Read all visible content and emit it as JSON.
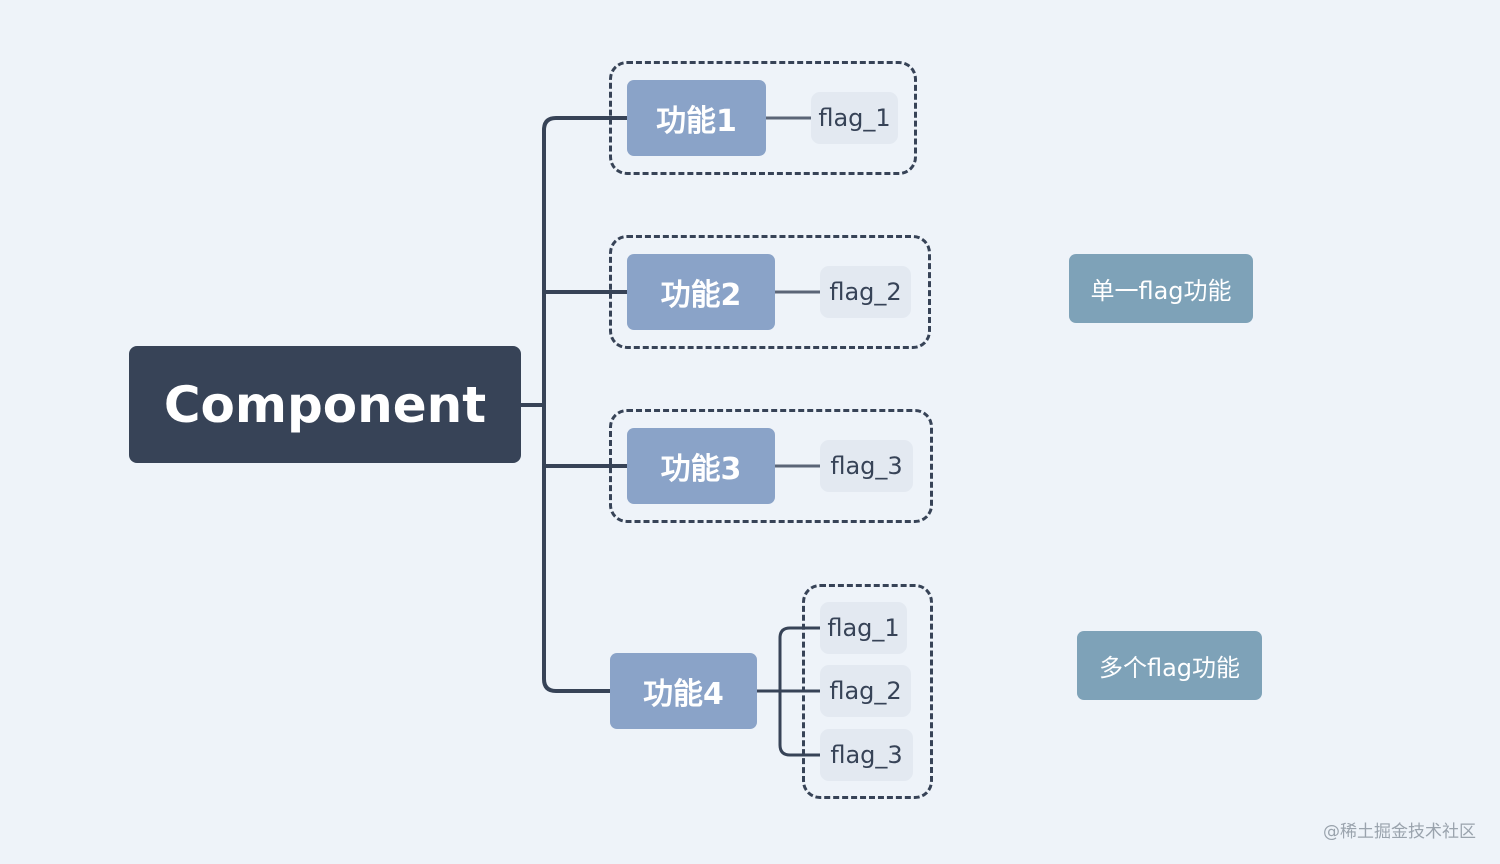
{
  "root": {
    "label": "Component"
  },
  "functions": [
    {
      "label": "功能1",
      "flags": [
        "flag_1"
      ]
    },
    {
      "label": "功能2",
      "flags": [
        "flag_2"
      ]
    },
    {
      "label": "功能3",
      "flags": [
        "flag_3"
      ]
    },
    {
      "label": "功能4",
      "flags": [
        "flag_1",
        "flag_2",
        "flag_3"
      ]
    }
  ],
  "annotations": {
    "single": "单一flag功能",
    "multiple": "多个flag功能"
  },
  "watermark": "@稀土掘金技术社区",
  "colors": {
    "background": "#eef3f9",
    "root": "#374357",
    "function": "#8aa3c8",
    "flag": "#e3e9f1",
    "annotation": "#7ea2b8",
    "line": "#374357"
  }
}
